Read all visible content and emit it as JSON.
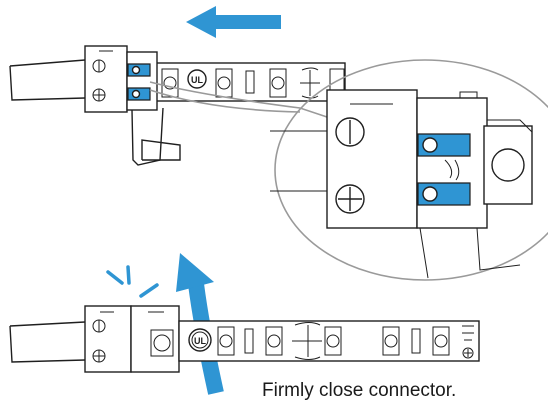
{
  "caption": "Firmly close connector.",
  "colors": {
    "accent_blue": "#2f95d3",
    "line": "#1f1f1f",
    "detail_circle": "#9a9a9a"
  },
  "icons": {
    "top_arrow": "arrow-left-icon",
    "curved_arrow": "curved-arrow-up-icon",
    "snap": "click-spark-icon",
    "certification": "ul-mark-icon"
  },
  "direction": {
    "slide": "left",
    "close": "up"
  }
}
